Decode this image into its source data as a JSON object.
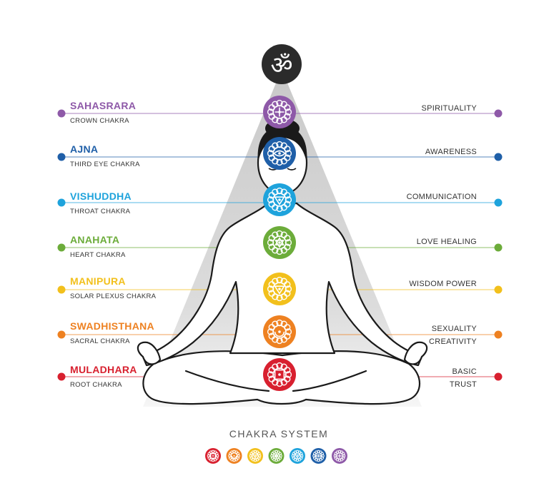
{
  "top_symbol": {
    "glyph": "ॐ",
    "icon": "om-icon",
    "color": "#2b2b2b"
  },
  "chakras": [
    {
      "id": "sahasrara",
      "name": "SAHASRARA",
      "subtitle": "CROWN CHAKRA",
      "theme": [
        "SPIRITUALITY"
      ],
      "color": "#8e59a8",
      "icon": "crown-chakra-icon"
    },
    {
      "id": "ajna",
      "name": "AJNA",
      "subtitle": "THIRD EYE CHAKRA",
      "theme": [
        "AWARENESS"
      ],
      "color": "#1f5fa8",
      "icon": "third-eye-chakra-icon"
    },
    {
      "id": "vishuddha",
      "name": "VISHUDDHA",
      "subtitle": "THROAT CHAKRA",
      "theme": [
        "COMMUNICATION"
      ],
      "color": "#1ea3dc",
      "icon": "throat-chakra-icon"
    },
    {
      "id": "anahata",
      "name": "ANAHATA",
      "subtitle": "HEART CHAKRA",
      "theme": [
        "LOVE HEALING"
      ],
      "color": "#6cac3a",
      "icon": "heart-chakra-icon"
    },
    {
      "id": "manipura",
      "name": "MANIPURA",
      "subtitle": "SOLAR PLEXUS CHAKRA",
      "theme": [
        "WISDOM POWER"
      ],
      "color": "#f2c01c",
      "icon": "solar-plexus-chakra-icon"
    },
    {
      "id": "swadhisthana",
      "name": "SWADHISTHANA",
      "subtitle": "SACRAL CHAKRA",
      "theme": [
        "SEXUALITY",
        "CREATIVITY"
      ],
      "color": "#ee8121",
      "icon": "sacral-chakra-icon"
    },
    {
      "id": "muladhara",
      "name": "MULADHARA",
      "subtitle": "ROOT  CHAKRA",
      "theme": [
        "BASIC",
        "TRUST"
      ],
      "color": "#d8202f",
      "icon": "root-chakra-icon"
    }
  ],
  "footer": {
    "title": "CHAKRA SYSTEM"
  }
}
